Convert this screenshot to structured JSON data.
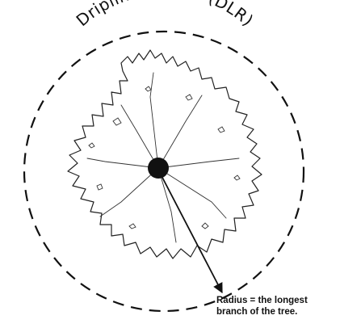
{
  "title": "Dripline Radius (DLR)",
  "caption": {
    "line1": "Radius = the longest",
    "line2": "branch of the tree."
  },
  "colors": {
    "ink": "#111111",
    "background": "#ffffff"
  },
  "elements": {
    "dripline_circle": "dashed",
    "canopy": "tree-canopy-outline",
    "trunk": "trunk-dot",
    "radius": "radius-arrow"
  }
}
